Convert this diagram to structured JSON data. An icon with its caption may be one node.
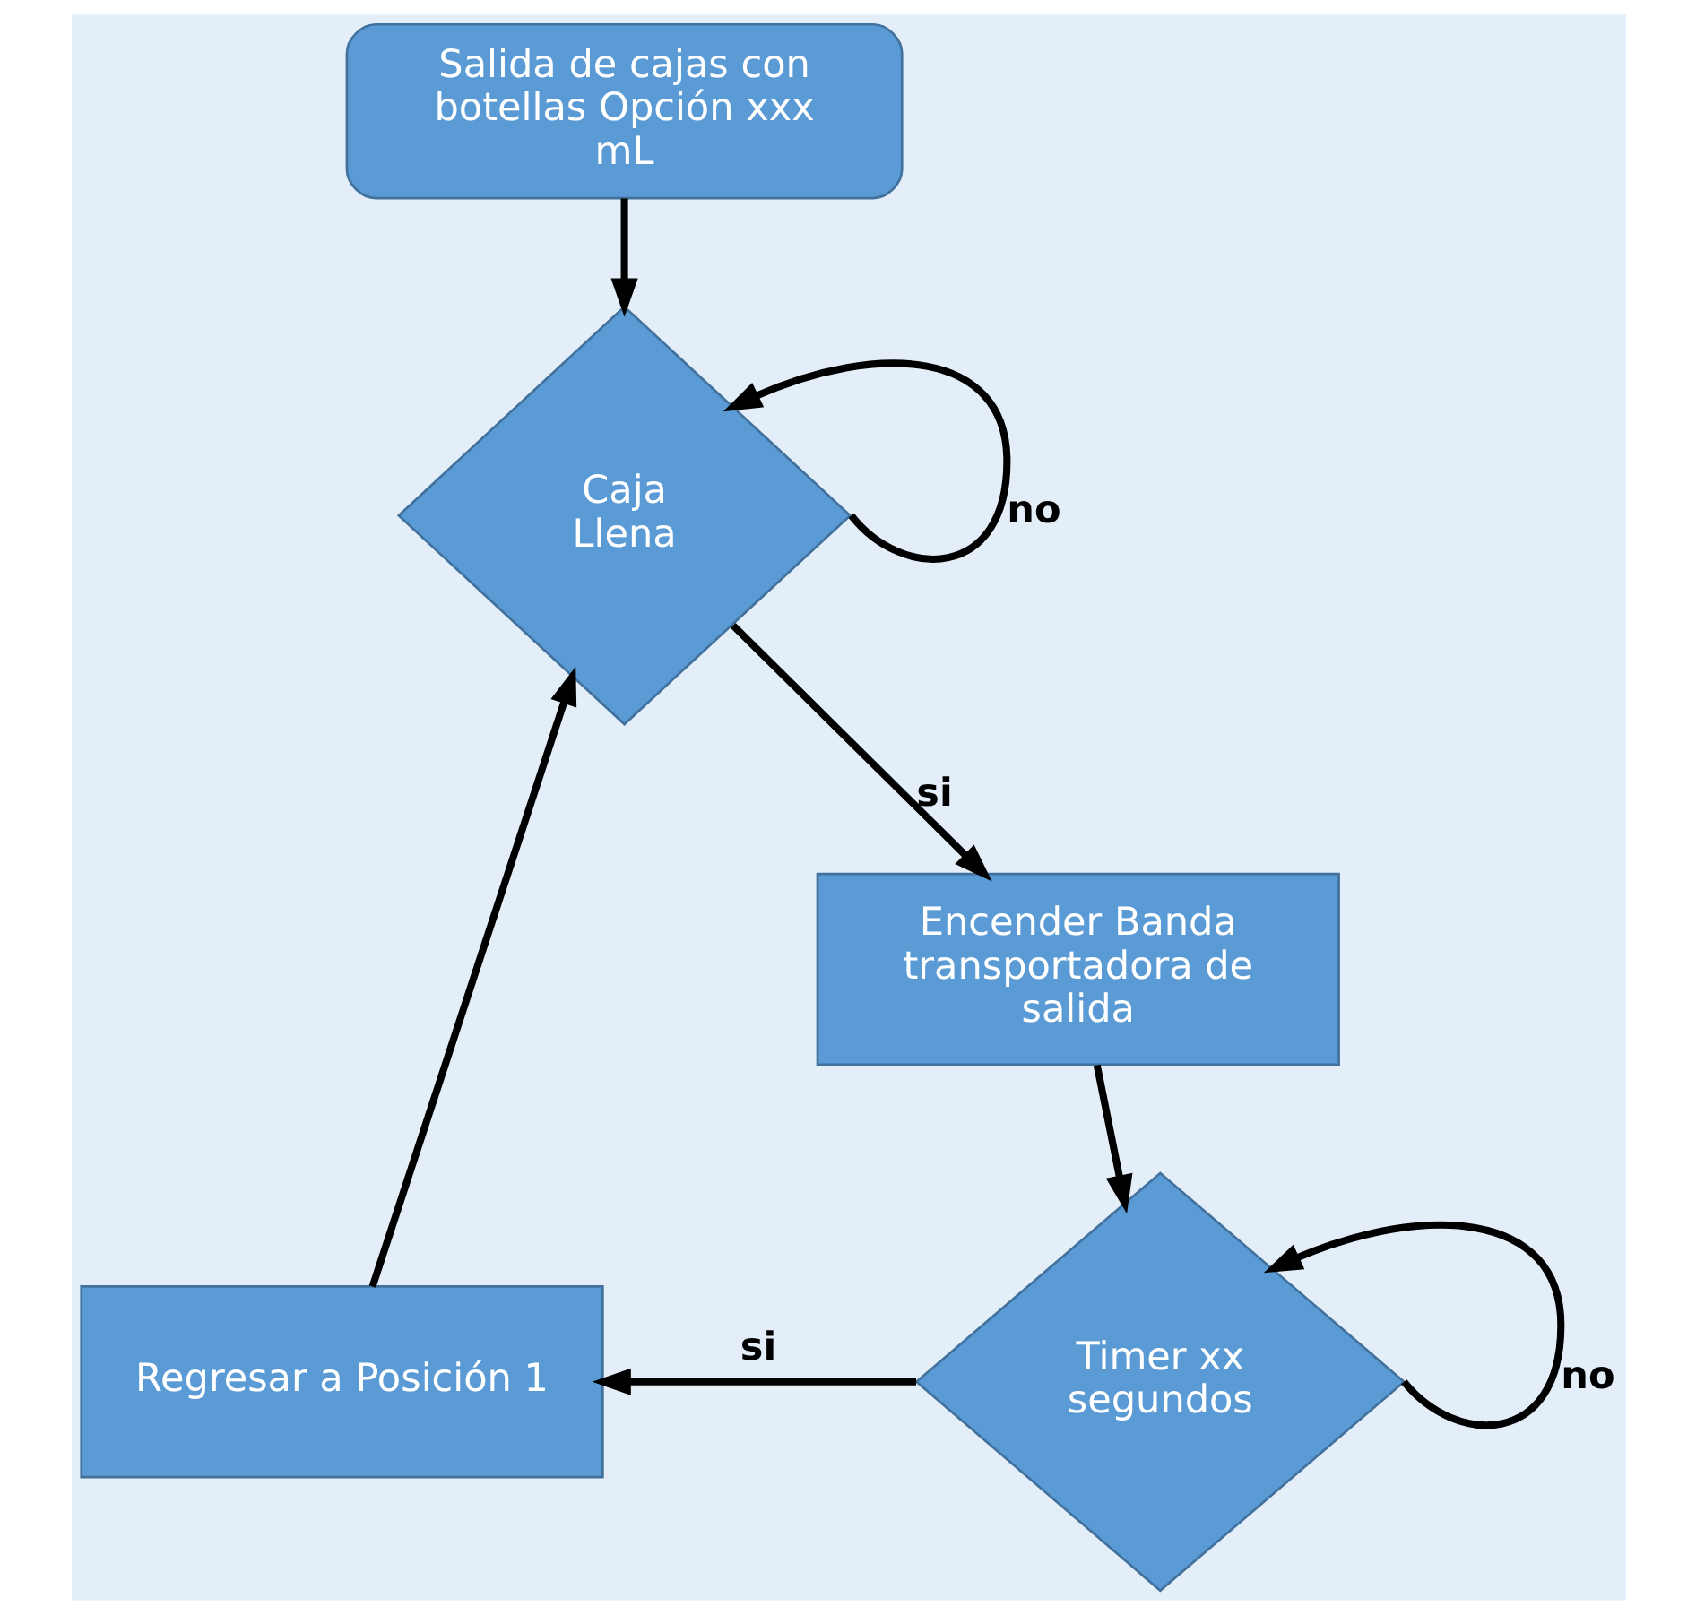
{
  "diagram": {
    "nodes": [
      {
        "text": [
          "Salida de cajas con botellas Opción xxx mL"
        ]
      },
      {
        "text": [
          "Caja Llena"
        ]
      },
      {
        "text": [
          "Encender Banda transportadora de salida"
        ]
      },
      {
        "text": [
          "Timer xx segundos"
        ]
      },
      {
        "text": [
          "Regresar a Posición 1"
        ]
      }
    ],
    "edges": [
      {
        "from": 0,
        "to": 1,
        "arrow": "to"
      },
      {
        "from": 1,
        "to": 1,
        "arrow": "to",
        "label": "no"
      },
      {
        "from": 1,
        "to": 2,
        "arrow": "to",
        "label": "si"
      },
      {
        "from": 2,
        "to": 3,
        "arrow": "to"
      },
      {
        "from": 3,
        "to": 3,
        "arrow": "to",
        "label": "no"
      },
      {
        "from": 3,
        "to": 4,
        "arrow": "to",
        "label": "si"
      },
      {
        "from": 4,
        "to": 1,
        "arrow": "to"
      }
    ]
  }
}
